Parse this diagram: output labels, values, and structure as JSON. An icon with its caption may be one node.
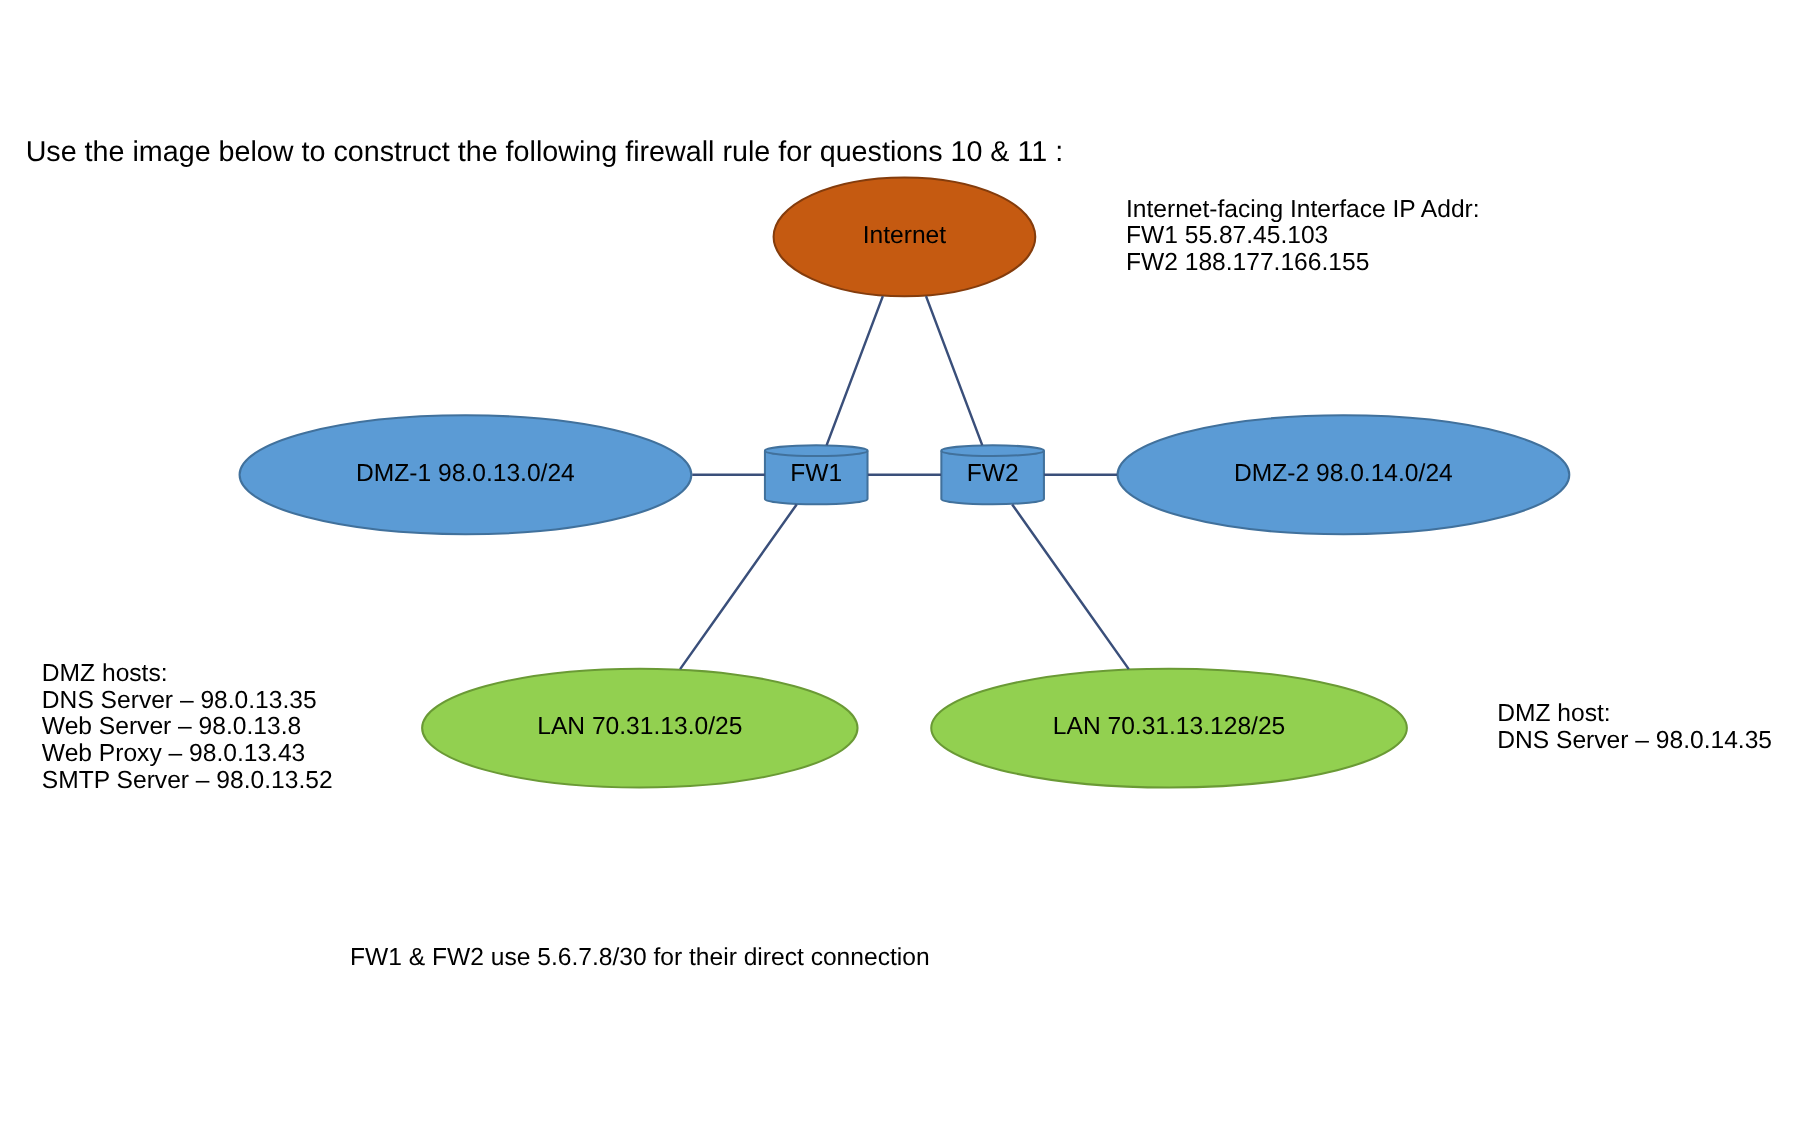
{
  "diagram": {
    "title": "Use the image below to construct the following firewall rule for questions 10 & 11 :",
    "nodes": [
      {
        "text": [
          "Internet"
        ],
        "beside": [
          "Internet-facing Interface IP Addr:",
          "FW1 55.87.45.103",
          "FW2 188.177.166.155"
        ]
      },
      {
        "text": [
          "DMZ-1 98.0.13.0/24"
        ],
        "beside": [
          "DMZ hosts:",
          "DNS Server – 98.0.13.35",
          "Web Server – 98.0.13.8",
          "Web Proxy – 98.0.13.43",
          "SMTP Server – 98.0.13.52"
        ]
      },
      {
        "text": [
          "FW1"
        ]
      },
      {
        "text": [
          "FW2"
        ]
      },
      {
        "text": [
          "DMZ-2 98.0.14.0/24"
        ],
        "beside": [
          "DMZ host:",
          "DNS Server – 98.0.14.35"
        ]
      },
      {
        "text": [
          "LAN 70.31.13.0/25"
        ]
      },
      {
        "text": [
          "LAN 70.31.13.128/25"
        ]
      }
    ],
    "edges": [
      {
        "from": 0,
        "to": 2,
        "arrow": "none"
      },
      {
        "from": 0,
        "to": 3,
        "arrow": "none"
      },
      {
        "from": 1,
        "to": 2,
        "arrow": "none"
      },
      {
        "from": 2,
        "to": 3,
        "arrow": "none"
      },
      {
        "from": 3,
        "to": 4,
        "arrow": "none"
      },
      {
        "from": 2,
        "to": 5,
        "arrow": "none"
      },
      {
        "from": 3,
        "to": 6,
        "arrow": "none"
      }
    ],
    "labels": [
      "FW1 & FW2 use 5.6.7.8/30 for their direct connection"
    ]
  }
}
